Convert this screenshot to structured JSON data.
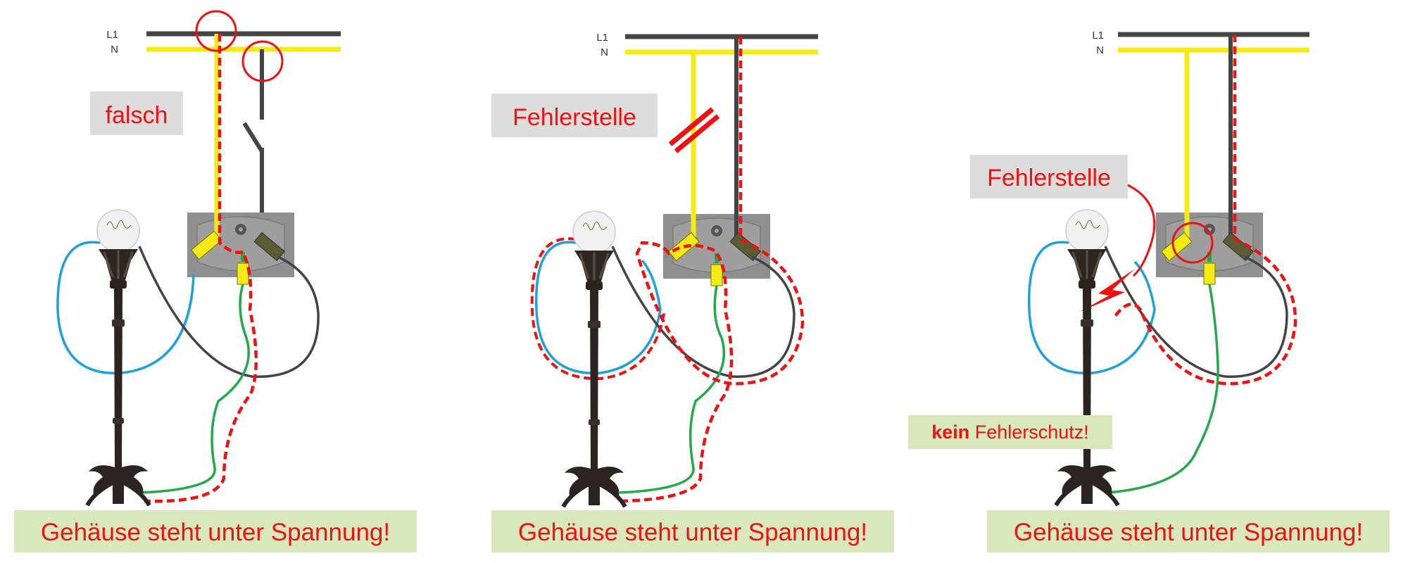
{
  "bus": {
    "l1": "L1",
    "n": "N"
  },
  "panels": [
    {
      "tag": "falsch",
      "status": "Gehäuse steht unter Spannung!"
    },
    {
      "tag": "Fehlerstelle",
      "status": "Gehäuse steht unter Spannung!"
    },
    {
      "tag": "Fehlerstelle",
      "note_bold": "kein",
      "note_rest": " Fehlerschutz!",
      "status": "Gehäuse steht unter Spannung!"
    }
  ],
  "colors": {
    "phase": "#444444",
    "neutral": "#f5ea14",
    "blue": "#1da1dc",
    "earth": "#23a84a",
    "fault": "#ee1111",
    "tag_bg": "#dcdcdc",
    "status_bg": "#d8e8bc"
  }
}
